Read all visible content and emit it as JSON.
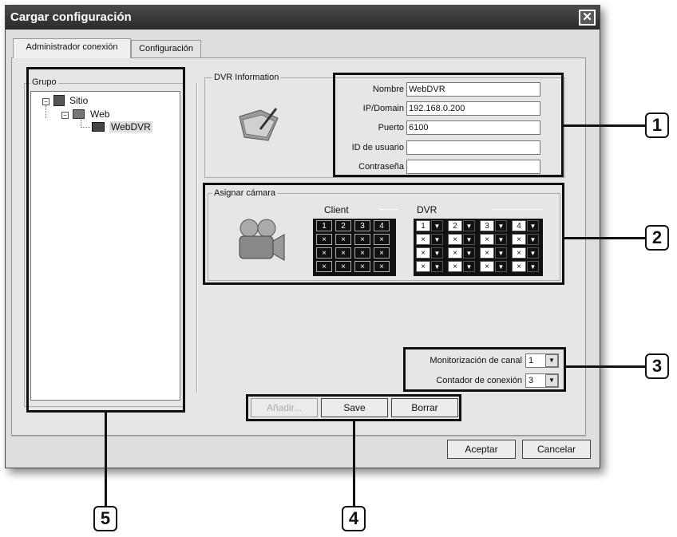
{
  "window": {
    "title": "Cargar configuración",
    "close_glyph": "✕"
  },
  "tabs": [
    {
      "label": "Administrador conexión"
    },
    {
      "label": "Configuración"
    }
  ],
  "group": {
    "legend": "Grupo",
    "tree": [
      {
        "label": "Sitio",
        "expander": "⊟"
      },
      {
        "label": "Web",
        "expander": "⊟"
      },
      {
        "label": "WebDVR"
      }
    ]
  },
  "dvr_info": {
    "legend": "DVR Information",
    "fields": [
      {
        "label": "Nombre",
        "value": "WebDVR"
      },
      {
        "label": "IP/Domain",
        "value": "192.168.0.200"
      },
      {
        "label": "Puerto",
        "value": "6100"
      },
      {
        "label": "ID de usuario",
        "value": ""
      },
      {
        "label": "Contraseña",
        "value": ""
      }
    ]
  },
  "assign_camera": {
    "legend": "Asignar cámara",
    "client_label": "Client",
    "dvr_label": "DVR",
    "client_grid": [
      [
        "1",
        "2",
        "3",
        "4"
      ],
      [
        "×",
        "×",
        "×",
        "×"
      ],
      [
        "×",
        "×",
        "×",
        "×"
      ],
      [
        "×",
        "×",
        "×",
        "×"
      ]
    ],
    "dvr_grid": [
      [
        "1",
        "2",
        "3",
        "4"
      ],
      [
        "×",
        "×",
        "×",
        "×"
      ],
      [
        "×",
        "×",
        "×",
        "×"
      ],
      [
        "×",
        "×",
        "×",
        "×"
      ]
    ]
  },
  "monitoring": {
    "channel_label": "Monitorización de canal",
    "channel_value": "1",
    "counter_label": "Contador de conexión",
    "counter_value": "3"
  },
  "action_buttons": {
    "add": "Añadir...",
    "save": "Save",
    "delete": "Borrar"
  },
  "dialog_buttons": {
    "accept": "Aceptar",
    "cancel": "Cancelar"
  },
  "callouts": [
    "1",
    "2",
    "3",
    "4",
    "5"
  ],
  "icons": {
    "dropdown": "▼"
  }
}
